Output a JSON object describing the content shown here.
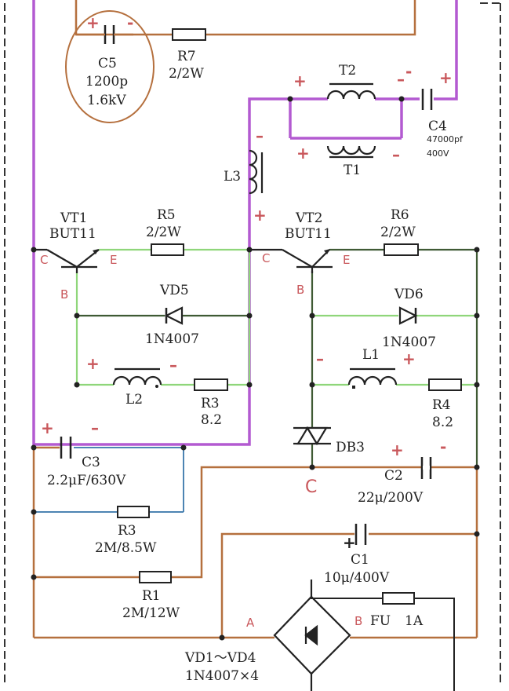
{
  "colors": {
    "brown": "#b5703e",
    "purple": "#b35ad1",
    "green": "#8fd67a",
    "darkgreen": "#3f5a34",
    "blue": "#4d84b3",
    "black": "#222222",
    "red": "#c9575b",
    "border": "#333333"
  },
  "components": {
    "c5": {
      "name": "C5",
      "value1": "1200p",
      "value2": "1.6kV",
      "plus": "+",
      "minus": "-"
    },
    "r7": {
      "name": "R7",
      "value": "2/2W"
    },
    "t2": {
      "name": "T2"
    },
    "t1": {
      "name": "T1"
    },
    "c4": {
      "name": "C4",
      "value1": "47000pf",
      "value2": "400V"
    },
    "l3": {
      "name": "L3"
    },
    "vt1": {
      "name": "VT1",
      "type": "BUT11",
      "c": "C",
      "e": "E",
      "b": "B"
    },
    "r5": {
      "name": "R5",
      "value": "2/2W"
    },
    "vd5": {
      "name": "VD5",
      "type": "1N4007"
    },
    "l2": {
      "name": "L2"
    },
    "r3a": {
      "name": "R3",
      "value": "8.2"
    },
    "vt2": {
      "name": "VT2",
      "type": "BUT11",
      "c": "C",
      "e": "E",
      "b": "B"
    },
    "r6": {
      "name": "R6",
      "value": "2/2W"
    },
    "vd6": {
      "name": "VD6",
      "type": "1N4007"
    },
    "l1": {
      "name": "L1"
    },
    "r4": {
      "name": "R4",
      "value": "8.2"
    },
    "db3": {
      "name": "DB3"
    },
    "c3": {
      "name": "C3",
      "value": "2.2μF/630V"
    },
    "r3b": {
      "name": "R3",
      "value": "2M/8.5W"
    },
    "c2": {
      "name": "C2",
      "value": "22μ/200V"
    },
    "c1": {
      "name": "C1",
      "value": "10μ/400V"
    },
    "r1": {
      "name": "R1",
      "value": "2M/12W"
    },
    "bridge": {
      "name": "VD1～VD4",
      "type": "1N4007×4"
    },
    "fu": {
      "name": "FU",
      "value": "1A"
    }
  },
  "nodes": {
    "a": "A",
    "b": "B",
    "c": "C"
  }
}
